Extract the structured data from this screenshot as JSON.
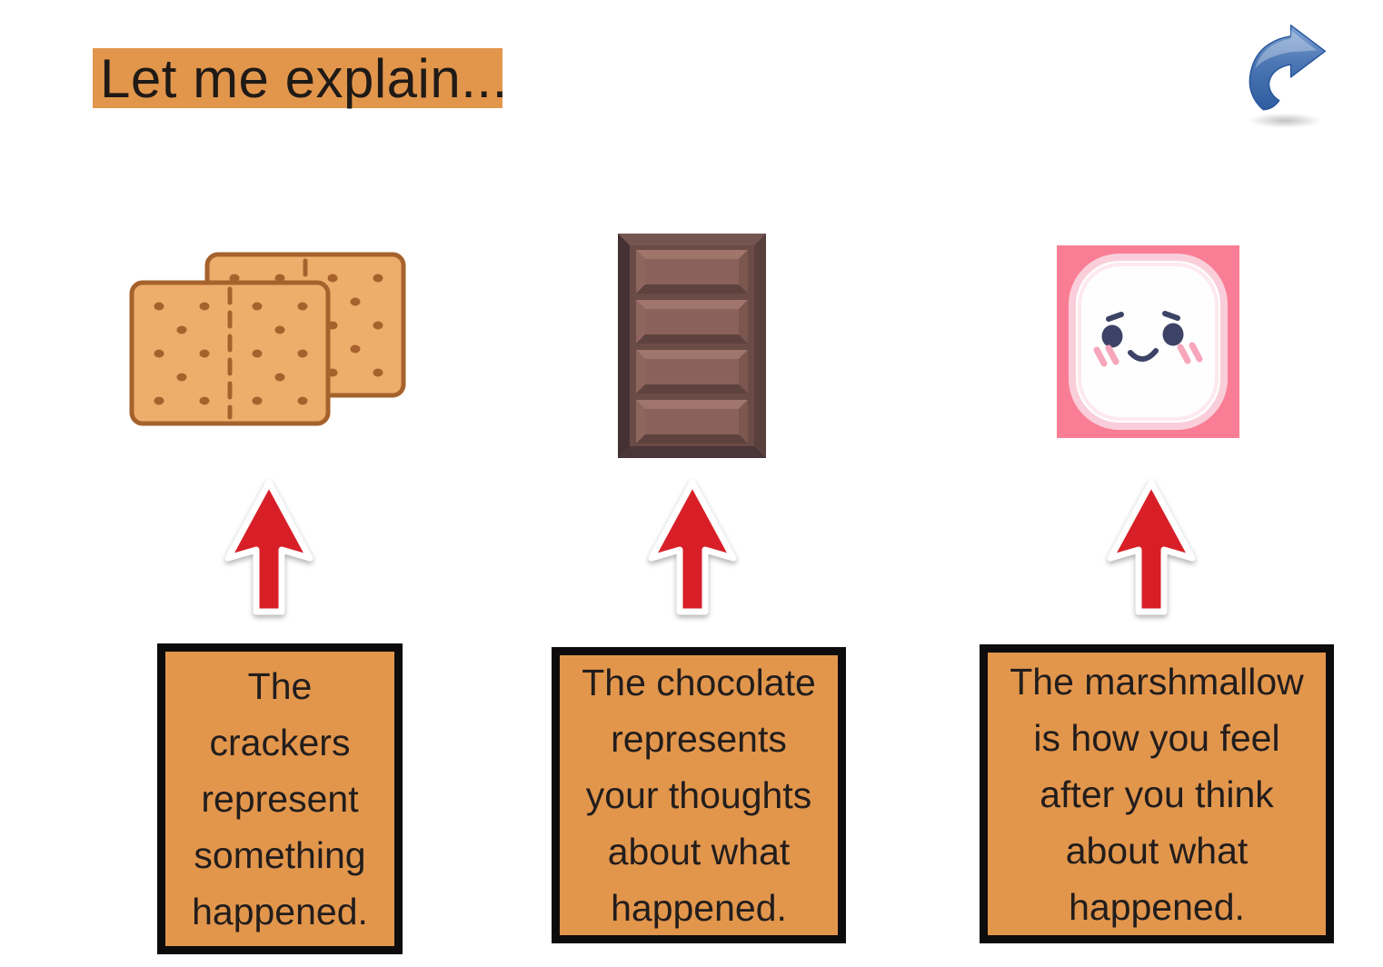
{
  "slide": {
    "title": "Let me explain...",
    "background_color": "#FFFFFF"
  },
  "nav": {
    "redo_icon": "redo-forward-arrow-icon"
  },
  "columns": [
    {
      "image": "graham-crackers-illustration",
      "arrow_icon": "red-up-arrow-icon",
      "caption": "The\ncrackers\nrepresent\nsomething\nhappened."
    },
    {
      "image": "chocolate-bar-illustration",
      "arrow_icon": "red-up-arrow-icon",
      "caption": "The chocolate\nrepresents\nyour thoughts\nabout what\nhappened."
    },
    {
      "image": "marshmallow-illustration",
      "arrow_icon": "red-up-arrow-icon",
      "caption": "The marshmallow\nis how you feel\nafter you think\nabout what\nhappened."
    }
  ],
  "colors": {
    "highlight_orange": "#E2964C",
    "caption_border_black": "#0D0B0B",
    "caption_text": "#221D1C",
    "arrow_red": "#D81F27",
    "cracker_tan": "#EFAD6C",
    "cracker_outline": "#A6622C",
    "chocolate_frame": "#6B4B46",
    "chocolate_segment": "#8A625B",
    "marshmallow_pink_bg": "#F97E95",
    "marshmallow_white": "#FEFEFE",
    "face_navy": "#3C4366",
    "blush_pink": "#F7A6BC",
    "redo_blue": "#3A66A8"
  }
}
